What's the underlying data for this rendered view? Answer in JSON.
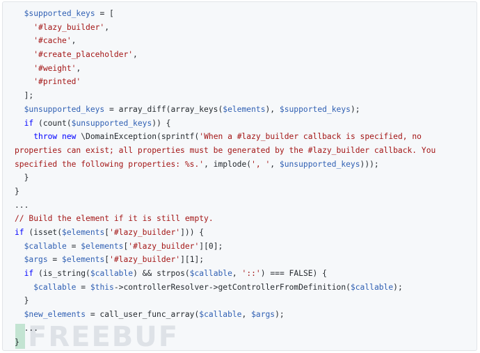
{
  "code": {
    "lines": [
      [
        {
          "t": "  "
        },
        {
          "t": "$supported_keys",
          "c": "v"
        },
        {
          "t": " = ["
        }
      ],
      [
        {
          "t": "    "
        },
        {
          "t": "'#lazy_builder'",
          "c": "s"
        },
        {
          "t": ","
        }
      ],
      [
        {
          "t": "    "
        },
        {
          "t": "'#cache'",
          "c": "s"
        },
        {
          "t": ","
        }
      ],
      [
        {
          "t": "    "
        },
        {
          "t": "'#create_placeholder'",
          "c": "s"
        },
        {
          "t": ","
        }
      ],
      [
        {
          "t": "    "
        },
        {
          "t": "'#weight'",
          "c": "s"
        },
        {
          "t": ","
        }
      ],
      [
        {
          "t": "    "
        },
        {
          "t": "'#printed'",
          "c": "s"
        }
      ],
      [
        {
          "t": "  ];"
        }
      ],
      [
        {
          "t": "  "
        },
        {
          "t": "$unsupported_keys",
          "c": "v"
        },
        {
          "t": " = array_diff(array_keys("
        },
        {
          "t": "$elements",
          "c": "v"
        },
        {
          "t": "), "
        },
        {
          "t": "$supported_keys",
          "c": "v"
        },
        {
          "t": ");"
        }
      ],
      [
        {
          "t": "  "
        },
        {
          "t": "if",
          "c": "k"
        },
        {
          "t": " (count("
        },
        {
          "t": "$unsupported_keys",
          "c": "v"
        },
        {
          "t": ")) {"
        }
      ],
      [
        {
          "t": "    "
        },
        {
          "t": "throw",
          "c": "k"
        },
        {
          "t": " "
        },
        {
          "t": "new",
          "c": "k"
        },
        {
          "t": " \\DomainException(sprintf("
        },
        {
          "t": "'When a #lazy_builder callback is specified, no",
          "c": "s"
        }
      ],
      [
        {
          "t": "properties can exist; all properties must be generated by the #lazy_builder callback. You",
          "c": "s"
        }
      ],
      [
        {
          "t": "specified the following properties: %s.'",
          "c": "s"
        },
        {
          "t": ", implode("
        },
        {
          "t": "', '",
          "c": "s"
        },
        {
          "t": ", "
        },
        {
          "t": "$unsupported_keys",
          "c": "v"
        },
        {
          "t": ")));"
        }
      ],
      [
        {
          "t": "  }"
        }
      ],
      [
        {
          "t": "}"
        }
      ],
      [
        {
          "t": "..."
        }
      ],
      [
        {
          "t": "// Build the element if it is still empty.",
          "c": "c"
        }
      ],
      [
        {
          "t": "if",
          "c": "k"
        },
        {
          "t": " (isset("
        },
        {
          "t": "$elements",
          "c": "v"
        },
        {
          "t": "["
        },
        {
          "t": "'#lazy_builder'",
          "c": "s"
        },
        {
          "t": "])) {"
        }
      ],
      [
        {
          "t": "  "
        },
        {
          "t": "$callable",
          "c": "v"
        },
        {
          "t": " = "
        },
        {
          "t": "$elements",
          "c": "v"
        },
        {
          "t": "["
        },
        {
          "t": "'#lazy_builder'",
          "c": "s"
        },
        {
          "t": "][0];"
        }
      ],
      [
        {
          "t": "  "
        },
        {
          "t": "$args",
          "c": "v"
        },
        {
          "t": " = "
        },
        {
          "t": "$elements",
          "c": "v"
        },
        {
          "t": "["
        },
        {
          "t": "'#lazy_builder'",
          "c": "s"
        },
        {
          "t": "][1];"
        }
      ],
      [
        {
          "t": "  "
        },
        {
          "t": "if",
          "c": "k"
        },
        {
          "t": " (is_string("
        },
        {
          "t": "$callable",
          "c": "v"
        },
        {
          "t": ") && strpos("
        },
        {
          "t": "$callable",
          "c": "v"
        },
        {
          "t": ", "
        },
        {
          "t": "'::'",
          "c": "s"
        },
        {
          "t": ") === FALSE) {"
        }
      ],
      [
        {
          "t": "    "
        },
        {
          "t": "$callable",
          "c": "v"
        },
        {
          "t": " = "
        },
        {
          "t": "$this",
          "c": "v"
        },
        {
          "t": "->controllerResolver->getControllerFromDefinition("
        },
        {
          "t": "$callable",
          "c": "v"
        },
        {
          "t": ");"
        }
      ],
      [
        {
          "t": "  }"
        }
      ],
      [
        {
          "t": "  "
        },
        {
          "t": "$new_elements",
          "c": "v"
        },
        {
          "t": " = call_user_func_array("
        },
        {
          "t": "$callable",
          "c": "v"
        },
        {
          "t": ", "
        },
        {
          "t": "$args",
          "c": "v"
        },
        {
          "t": ");"
        }
      ],
      [
        {
          "t": "  ..."
        }
      ],
      [
        {
          "t": "}"
        }
      ]
    ]
  },
  "watermark": {
    "text": "FREEBUF",
    "color": "#d9dde3"
  },
  "colors": {
    "variable": "#2f5fb3",
    "string": "#a31515",
    "keyword": "#0000ff",
    "background": "#f6f8fa"
  }
}
